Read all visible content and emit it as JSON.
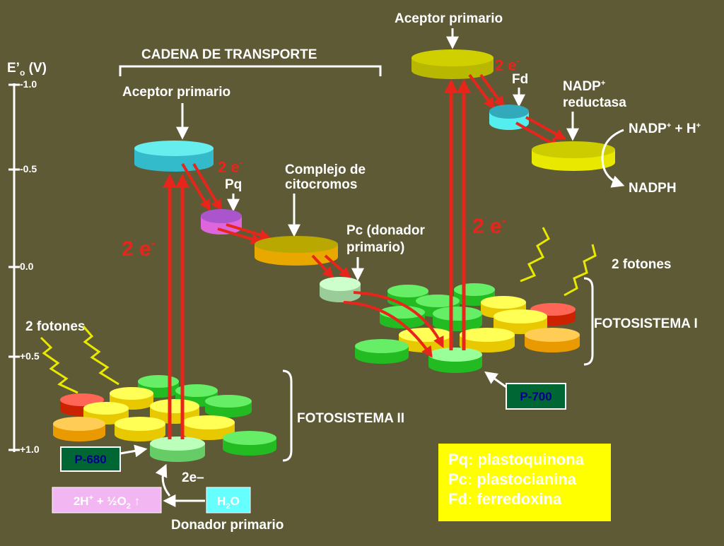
{
  "axis": {
    "label": "E’",
    "label_sub": "o",
    "label_unit": " (V)",
    "ticks": [
      "-1.0",
      "-0.5",
      "0.0",
      "+0.5",
      "+1.0"
    ]
  },
  "labels": {
    "chain_title": "CADENA DE TRANSPORTE",
    "primary_acceptor_left": "Aceptor primario",
    "primary_acceptor_right": "Aceptor primario",
    "pq": "Pq",
    "cytochrome_line1": "Complejo de",
    "cytochrome_line2": "citocromos",
    "pc_line1": "Pc (donador",
    "pc_line2": "primario)",
    "fd": "Fd",
    "nadp_reductase_line1": "NADP",
    "nadp_reductase_sup": "+",
    "nadp_reductase_line2": "reductasa",
    "nadp_h_a": "NADP",
    "nadp_h_sup1": "+",
    "nadp_h_b": " + H",
    "nadp_h_sup2": "+",
    "nadph": "NADPH",
    "photons_left": "2 fotones",
    "photons_right": "2 fotones",
    "photosystem_1": "FOTOSISTEMA I",
    "photosystem_2": "FOTOSISTEMA II",
    "two_e_chain": "2e–",
    "primary_donor": "Donador primario"
  },
  "electrons": {
    "big_left": "2 e",
    "big_right": "2 e",
    "small_pq": "2 e",
    "small_fd": "2 e",
    "sup": "-"
  },
  "boxes": {
    "p680": "P-680",
    "p700": "P-700",
    "water_a": "H",
    "water_sub": "2",
    "water_b": "O",
    "oxygen_a": "2H",
    "oxygen_sup": "+",
    "oxygen_b": " + ½O",
    "oxygen_sub": "2",
    "oxygen_arrow": " ↑"
  },
  "legend": {
    "items": [
      "Pq: plastoquinona",
      "Pc: plastocianina",
      "Fd: ferredoxina"
    ]
  },
  "colors": {
    "background": "#5f5a36",
    "arrow_red": "#e8251b",
    "legend_bg": "#ffff00",
    "p_box_bg": "#006633",
    "p_box_text": "#00008b",
    "water_bg": "#66ffff",
    "oxygen_bg": "#f2b6f2"
  }
}
